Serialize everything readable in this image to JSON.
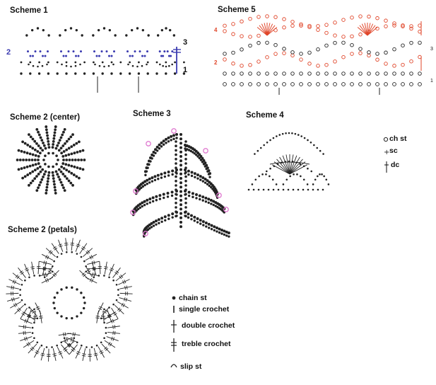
{
  "scheme_titles": {
    "s1": "Scheme 1",
    "s5": "Scheme 5",
    "s2c": "Scheme 2 (center)",
    "s3": "Scheme 3",
    "s4": "Scheme 4",
    "s2p": "Scheme 2 (petals)"
  },
  "scheme1_rows": {
    "r1": "1",
    "r2": "2",
    "r3": "3"
  },
  "scheme5_rows": {
    "r1": "1",
    "r2": "2",
    "r3": "3",
    "r4": "4"
  },
  "legend_right": [
    {
      "symbol": "ch-st-icon",
      "label": "ch st"
    },
    {
      "symbol": "sc-icon",
      "label": "sc"
    },
    {
      "symbol": "dc-icon",
      "label": "dc"
    }
  ],
  "legend_bottom": [
    {
      "symbol": "chain-st-icon",
      "label": "chain st"
    },
    {
      "symbol": "single-crochet-icon",
      "label": "single crochet"
    },
    {
      "symbol": "double-crochet-icon",
      "label": "double crochet"
    },
    {
      "symbol": "treble-crochet-icon",
      "label": "treble crochet"
    },
    {
      "symbol": "slip-st-icon",
      "label": "slip st"
    }
  ],
  "colors": {
    "ink": "#222222",
    "blue": "#3b3bb0",
    "red": "#e0462a",
    "pink": "#e07ad0"
  }
}
